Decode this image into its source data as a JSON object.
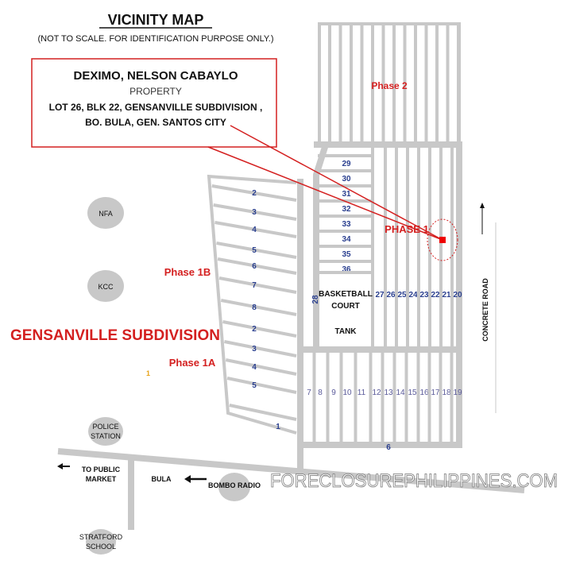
{
  "title": "VICINITY MAP",
  "subtitle": "(NOT TO SCALE. FOR IDENTIFICATION PURPOSE ONLY.)",
  "callout": {
    "owner": "DEXIMO, NELSON CABAYLO",
    "type": "PROPERTY",
    "address_line1": "LOT 26, BLK 22, GENSANVILLE SUBDIVISION ,",
    "address_line2": "BO. BULA,  GEN. SANTOS CITY"
  },
  "labels": {
    "phase2": "Phase 2",
    "phase1": "PHASE 1",
    "phase1b": "Phase 1B",
    "phase1a": "Phase 1A",
    "subdivision": "GENSANVILLE SUBDIVISION",
    "basketball": "BASKETBALL",
    "court": "COURT",
    "tank": "TANK",
    "concrete_road": "CONCRETE ROAD",
    "to_public": "TO PUBLIC",
    "market": "MARKET",
    "bula": "BULA",
    "watermark": "FORECLOSUREPHILIPPINES.COM",
    "lot28": "28",
    "lot6_bottom": "6",
    "stray1": "1"
  },
  "landmarks": {
    "nfa": "NFA",
    "kcc": "KCC",
    "police1": "POLICE",
    "police2": "STATION",
    "bombo": "BOMBO RADIO",
    "stratford1": "STRATFORD",
    "stratford2": "SCHOOL"
  },
  "lots": {
    "phase1_rows": [
      "29",
      "30",
      "31",
      "32",
      "33",
      "34",
      "35",
      "36"
    ],
    "phase1_cols": [
      "27",
      "26",
      "25",
      "24",
      "23",
      "22",
      "21",
      "20"
    ],
    "lower_block": [
      "7",
      "8",
      "9",
      "10",
      "11",
      "12",
      "13",
      "14",
      "15",
      "16",
      "17",
      "18",
      "19"
    ],
    "phase1b": [
      "2",
      "3",
      "4",
      "5",
      "6",
      "7",
      "8"
    ],
    "phase1a": [
      "2",
      "3",
      "4",
      "5",
      "1",
      "6"
    ]
  },
  "colors": {
    "road": "#c8c8c8",
    "accent": "#d42020",
    "lot_number": "#2a3f8f"
  }
}
